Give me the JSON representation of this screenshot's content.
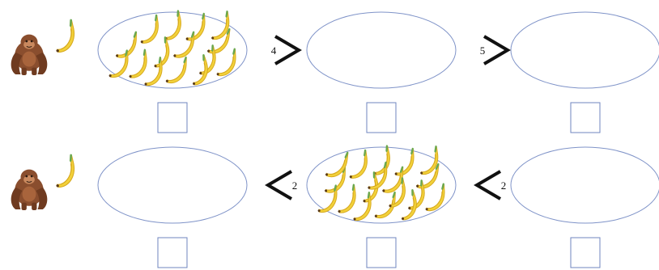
{
  "rows": [
    {
      "row_id": "top",
      "ovals": [
        {
          "banana_count": 15
        },
        {
          "banana_count": 0
        },
        {
          "banana_count": 0
        }
      ],
      "arrows": [
        {
          "direction": "right",
          "label": "4"
        },
        {
          "direction": "right",
          "label": "5"
        }
      ],
      "answer_boxes": [
        "",
        "",
        ""
      ]
    },
    {
      "row_id": "bottom",
      "ovals": [
        {
          "banana_count": 0
        },
        {
          "banana_count": 18
        },
        {
          "banana_count": 0
        }
      ],
      "arrows": [
        {
          "direction": "left",
          "label": "2"
        },
        {
          "direction": "left",
          "label": "2"
        }
      ],
      "answer_boxes": [
        "",
        "",
        ""
      ]
    }
  ],
  "colors": {
    "oval_stroke": "#7f93c8",
    "box_stroke": "#6f86bf",
    "arrow": "#111111",
    "banana": "#f2d13a",
    "banana_shade": "#d6a81e",
    "banana_stem": "#6aa84f",
    "gorilla": "#8a4e2e",
    "gorilla_face": "#c9895f"
  },
  "icons": {
    "mascot": "gorilla-icon",
    "fruit": "banana-icon"
  }
}
